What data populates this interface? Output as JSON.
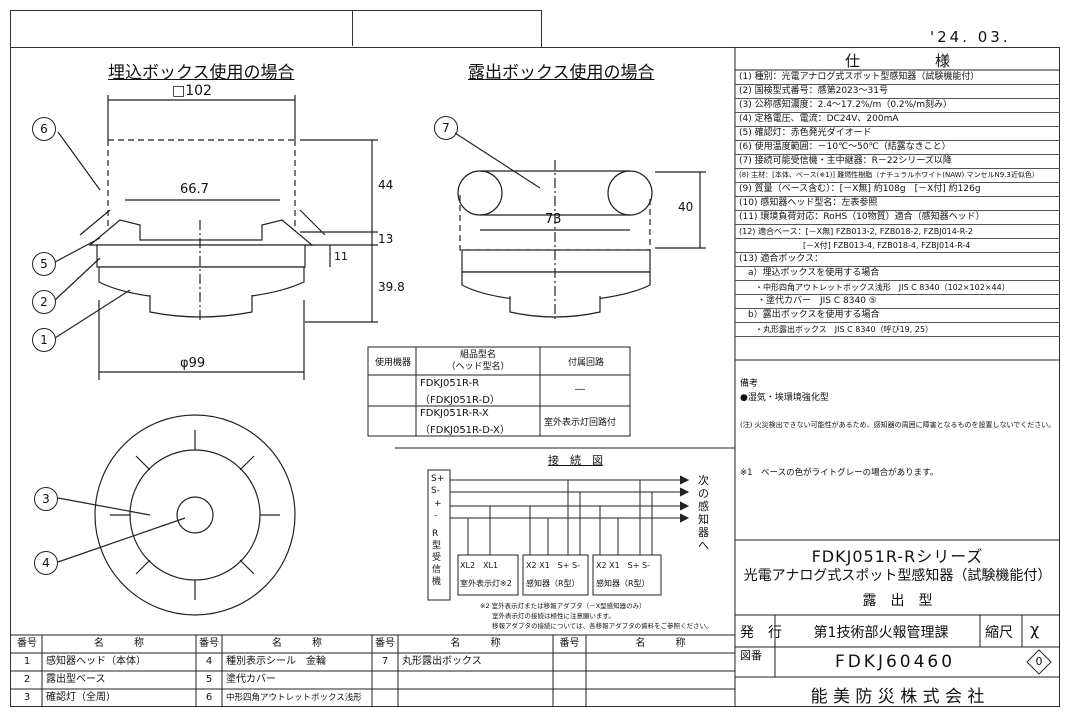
{
  "date": "'24. 03.",
  "titles": {
    "embedded": "埋込ボックス使用の場合",
    "exposed": "露出ボックス使用の場合"
  },
  "dims": {
    "box102": "□102",
    "d667": "66.7",
    "d44": "44",
    "d13": "13",
    "d11": "11",
    "d398": "39.8",
    "phi99": "φ99",
    "d73": "73",
    "d40": "40"
  },
  "callouts": [
    "1",
    "2",
    "3",
    "4",
    "5",
    "6",
    "7"
  ],
  "spec": {
    "title": "仕　　　　　様",
    "rows": [
      "(1) 種別：光電アナログ式スポット型感知器（試験機能付）",
      "(2) 国検型式番号：感第2023～31号",
      "(3) 公称感知濃度：2.4～17.2%/m（0.2%/m刻み）",
      "(4) 定格電圧、電流：DC24V、200mA",
      "(5) 確認灯：赤色発光ダイオード",
      "(6) 使用温度範囲：－10℃～50℃（結露なきこと）",
      "(7) 接続可能受信機・主中継器：R－22シリーズ以降",
      "(8) 主材：[本体、ベース(※1)] 難燃性樹脂（ナチュラルホワイト(NAW) マンセルN9.3近似色）",
      "(9) 質量（ベース含む）：[－X無] 約108g　[－X付] 約126g",
      "(10) 感知器ヘッド型名：左表参照",
      "(11) 環境負荷対応：RoHS（10物質）適合（感知器ヘッド）",
      "(12) 適合ベース：[－X無] FZB013-2, FZB018-2, FZBJ014-R-2",
      "　　　　　　　　[－X付] FZB013-4, FZB018-4, FZBJ014-R-4",
      "(13) 適合ボックス：",
      "　a）埋込ボックスを使用する場合",
      "　　・中形四角アウトレットボックス浅形　JIS C 8340（102×102×44）",
      "　　・塗代カバー　JIS C 8340 ⑤",
      "　b）露出ボックスを使用する場合",
      "　　・丸形露出ボックス　JIS C 8340（呼び19, 25）"
    ]
  },
  "remarks": {
    "label": "備考",
    "line1": "●湿気・埃環境強化型",
    "note": "(注) 火災検出できない可能性があるため、感知器の周囲に障害となるものを設置しないでください。",
    "note1": "※1　ベースの色がライトグレーの場合があります。"
  },
  "combo_table": {
    "headers": [
      "使用機器",
      "組品型名\n（ヘッド型名）",
      "付属回路"
    ],
    "rows": [
      {
        "model": "FDKJ051R-R",
        "head": "（FDKJ051R-D）",
        "circuit": "―"
      },
      {
        "model": "FDKJ051R-R-X",
        "head": "（FDKJ051R-D-X）",
        "circuit": "室外表示灯回路付"
      }
    ]
  },
  "wiring": {
    "title": "接　続　図",
    "terminals_left": [
      "S+",
      "S-",
      "+",
      "-"
    ],
    "receiver": "R型受信機",
    "next": "次の感知器へ",
    "box1_terms": "XL2　XL1",
    "box1_label": "室外表示灯※2",
    "box2_terms": "X2 X1　S+ S-",
    "box2_label": "感知器（R型）",
    "box3_terms": "X2 X1　S+ S-",
    "box3_label": "感知器（R型）",
    "note2_a": "※2 室外表示灯または移報アダプタ（－X型感知器のみ）",
    "note2_b": "室外表示灯の接続は極性に注意願います。",
    "note2_c": "移報アダプタの接続については、各移報アダプタの資料をご参照ください。"
  },
  "title_block": {
    "series": "FDKJ051R-Rシリーズ",
    "product": "光電アナログ式スポット型感知器（試験機能付）",
    "type": "露　出　型",
    "issue_label": "発　行",
    "dept": "第1技術部火報管理課",
    "scale_label": "縮尺",
    "scale_value": "χ",
    "drawing_label": "図番",
    "drawing_no": "FDKJ60460",
    "revision": "0",
    "company": "能 美 防 災 株 式 会 社"
  },
  "parts_table": {
    "col_no": "番号",
    "col_name": "名　　　称",
    "items": [
      {
        "no": "1",
        "name": "感知器ヘッド（本体）"
      },
      {
        "no": "2",
        "name": "露出型ベース"
      },
      {
        "no": "3",
        "name": "確認灯（全周）"
      },
      {
        "no": "4",
        "name": "種別表示シール　金輪"
      },
      {
        "no": "5",
        "name": "塗代カバー"
      },
      {
        "no": "6",
        "name": "中形四角アウトレットボックス浅形"
      },
      {
        "no": "7",
        "name": "丸形露出ボックス"
      }
    ]
  }
}
